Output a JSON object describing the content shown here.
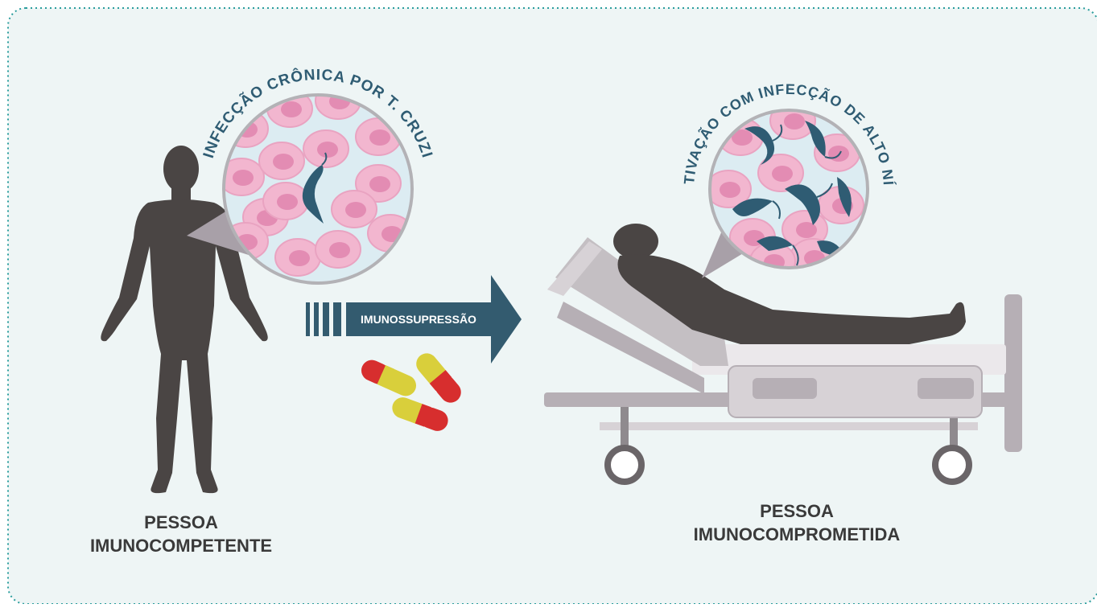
{
  "colors": {
    "panel_background": "#eef5f5",
    "panel_border": "#2a9d9d",
    "silhouette": "#4a4544",
    "blood_cell_fill": "#f2b6cf",
    "blood_cell_center": "#e38cb3",
    "magnifier_background": "#dcecf2",
    "parasite": "#2f5c73",
    "label_text": "#3a3a3a",
    "curved_text": "#2f5c73",
    "arrow": "#335b6f",
    "pill_red": "#d72e2e",
    "pill_yellow": "#d9cf3b",
    "bed_light": "#d7d2d6",
    "bed_mid": "#b6afb5",
    "bed_dark": "#8f8a8e"
  },
  "left_panel": {
    "magnifier_caption": "INFECÇÃO CRÔNICA POR T. CRUZI",
    "label_line1": "PESSOA",
    "label_line2": "IMUNOCOMPETENTE"
  },
  "arrow": {
    "label": "IMUNOSSUPRESSÃO"
  },
  "right_panel": {
    "magnifier_caption": "REATIVAÇÃO COM INFECÇÃO DE ALTO NÍVEL",
    "label_line1": "PESSOA",
    "label_line2": "IMUNOCOMPROMETIDA"
  },
  "icons": [
    "standing-person-icon",
    "blood-cells-magnifier-icon",
    "trypanosoma-parasite-icon",
    "pill-capsule-icon",
    "hospital-bed-icon",
    "lying-patient-icon"
  ]
}
